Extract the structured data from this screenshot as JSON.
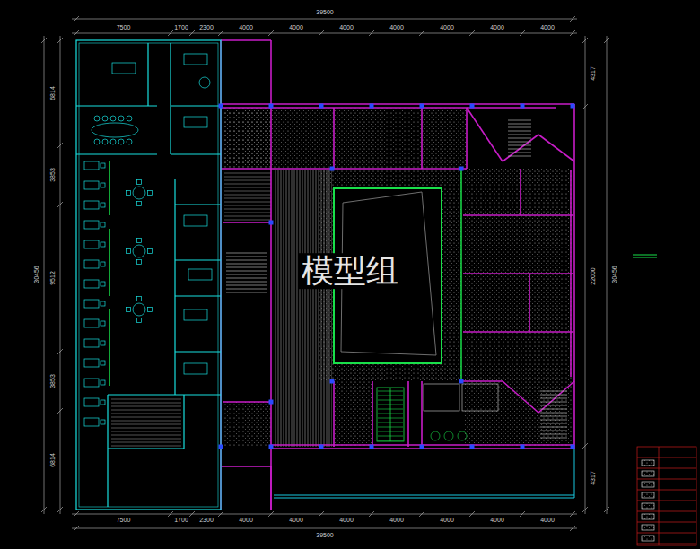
{
  "diagram": {
    "labels": [
      "39500",
      "7500",
      "1700",
      "2300",
      "4000",
      "4000",
      "4000",
      "4000",
      "4000",
      "4000",
      "4000",
      "7500",
      "1700",
      "2300",
      "4000",
      "4000",
      "4000",
      "4000",
      "4000",
      "4000",
      "4000",
      "39500",
      "6814",
      "3853",
      "9512",
      "3853",
      "6814",
      "30456",
      "4317",
      "22000",
      "30456",
      "4317",
      "模型组"
    ]
  }
}
